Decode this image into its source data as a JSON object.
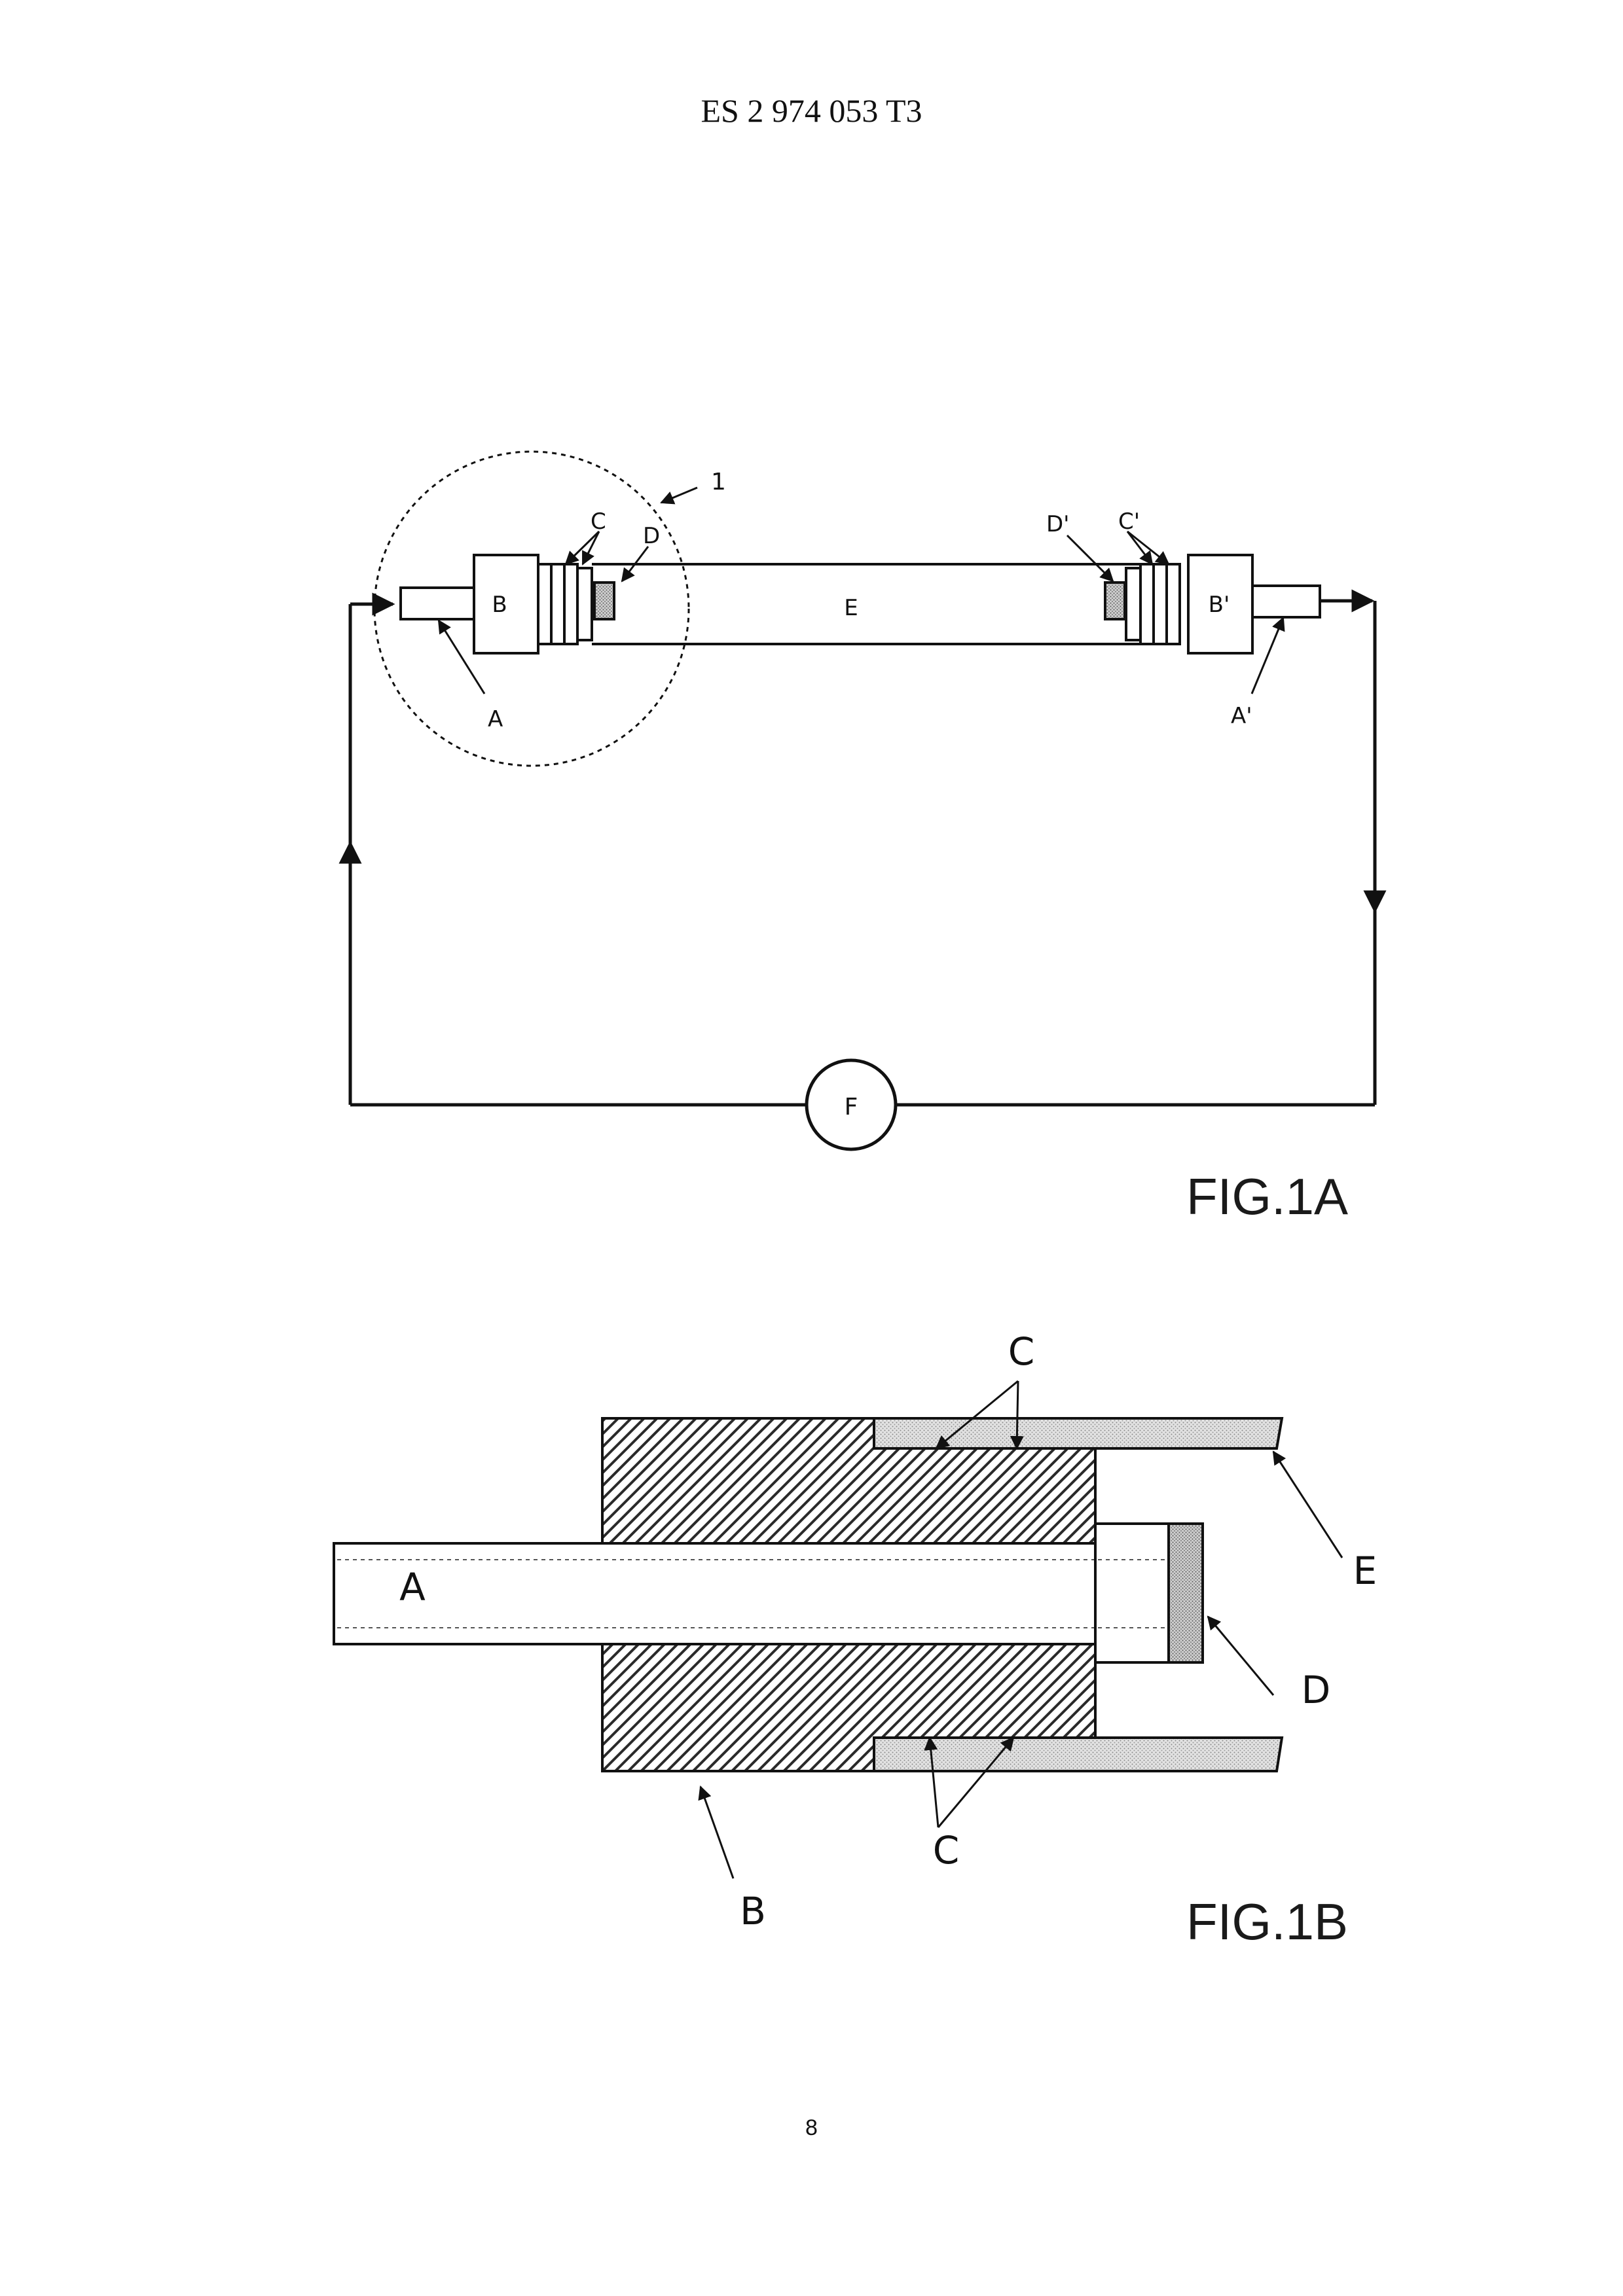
{
  "header": {
    "patent_number": "ES 2 974 053 T3"
  },
  "page_number": "8",
  "fig1a": {
    "caption": "FIG.1A",
    "labels": {
      "one": "1",
      "a": "A",
      "a_prime": "A'",
      "b": "B",
      "b_prime": "B'",
      "c": "C",
      "c_prime": "C'",
      "d": "D",
      "d_prime": "D'",
      "e": "E",
      "f": "F"
    }
  },
  "fig1b": {
    "caption": "FIG.1B",
    "labels": {
      "a": "A",
      "b": "B",
      "c_top": "C",
      "c_bottom": "C",
      "d": "D",
      "e": "E"
    }
  },
  "colors": {
    "ink": "#111111",
    "hatch": "#2a2a2a",
    "stipple": "#d8d8d8"
  }
}
